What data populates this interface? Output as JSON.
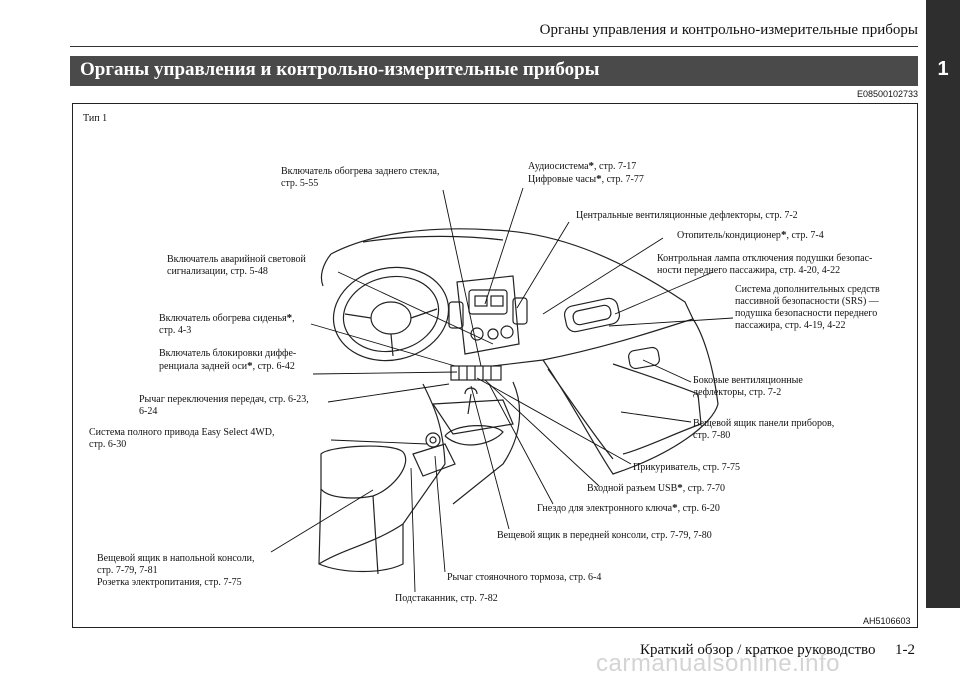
{
  "header": {
    "running_title": "Органы управления и контрольно-измерительные приборы",
    "chapter_number": "1"
  },
  "section": {
    "title": "Органы управления и контрольно-измерительные приборы",
    "code": "E08500102733"
  },
  "figure": {
    "type_label": "Тип 1",
    "image_code": "AH5106603",
    "asterisk": "*",
    "callouts": {
      "rear_defogger": [
        "Включатель обогрева заднего стекла,",
        "стр. 5-55"
      ],
      "audio_a": "Аудиосистема",
      "audio_b": ", стр. 7-17",
      "clock_a": "Цифровые часы",
      "clock_b": ", стр. 7-77",
      "center_vents": "Центральные вентиляционные дефлекторы, стр. 7-2",
      "heater_a": "Отопитель/кондиционер",
      "heater_b": ", стр. 7-4",
      "airbag_lamp": [
        "Контрольная лампа отключения подушки безопас-",
        "ности переднего пассажира, стр. 4-20, 4-22"
      ],
      "srs": [
        "Система дополнительных средств",
        "пассивной безопасности (SRS) —",
        "подушка безопасности переднего",
        "пассажира, стр. 4-19, 4-22"
      ],
      "hazard": [
        "Включатель аварийной световой",
        "сигнализации, стр. 5-48"
      ],
      "seat_heater_a": "Включатель обогрева сиденья",
      "seat_heater_b": ",",
      "seat_heater_c": "стр. 4-3",
      "diff_lock_a": "Включатель блокировки диффе-",
      "diff_lock_b": "ренциала задней оси",
      "diff_lock_c": ", стр. 6-42",
      "side_vents": [
        "Боковые вентиляционные",
        "дефлекторы, стр. 7-2"
      ],
      "gear_lever": [
        "Рычаг переключения передач, стр. 6-23,",
        "6-24"
      ],
      "glovebox": [
        "Вещевой ящик панели приборов,",
        "стр. 7-80"
      ],
      "easy_select": [
        "Система полного привода Easy Select 4WD,",
        "стр. 6-30"
      ],
      "lighter": "Прикуриватель, стр. 7-75",
      "usb_a": "Входной разъем USB",
      "usb_b": ", стр. 7-70",
      "key_slot_a": "Гнездо для электронного ключа",
      "key_slot_b": ", стр. 6-20",
      "front_console_box": "Вещевой ящик в передней консоли, стр. 7-79, 7-80",
      "floor_console_box": [
        "Вещевой ящик в напольной консоли,",
        "стр. 7-79, 7-81",
        "Розетка электропитания, стр. 7-75"
      ],
      "parking_brake": "Рычаг стояночного тормоза, стр. 6-4",
      "cup_holder": "Подстаканник, стр. 7-82"
    }
  },
  "footer": {
    "text": "Краткий обзор / краткое руководство",
    "page": "1-2",
    "watermark": "carmanualsonline.info"
  }
}
